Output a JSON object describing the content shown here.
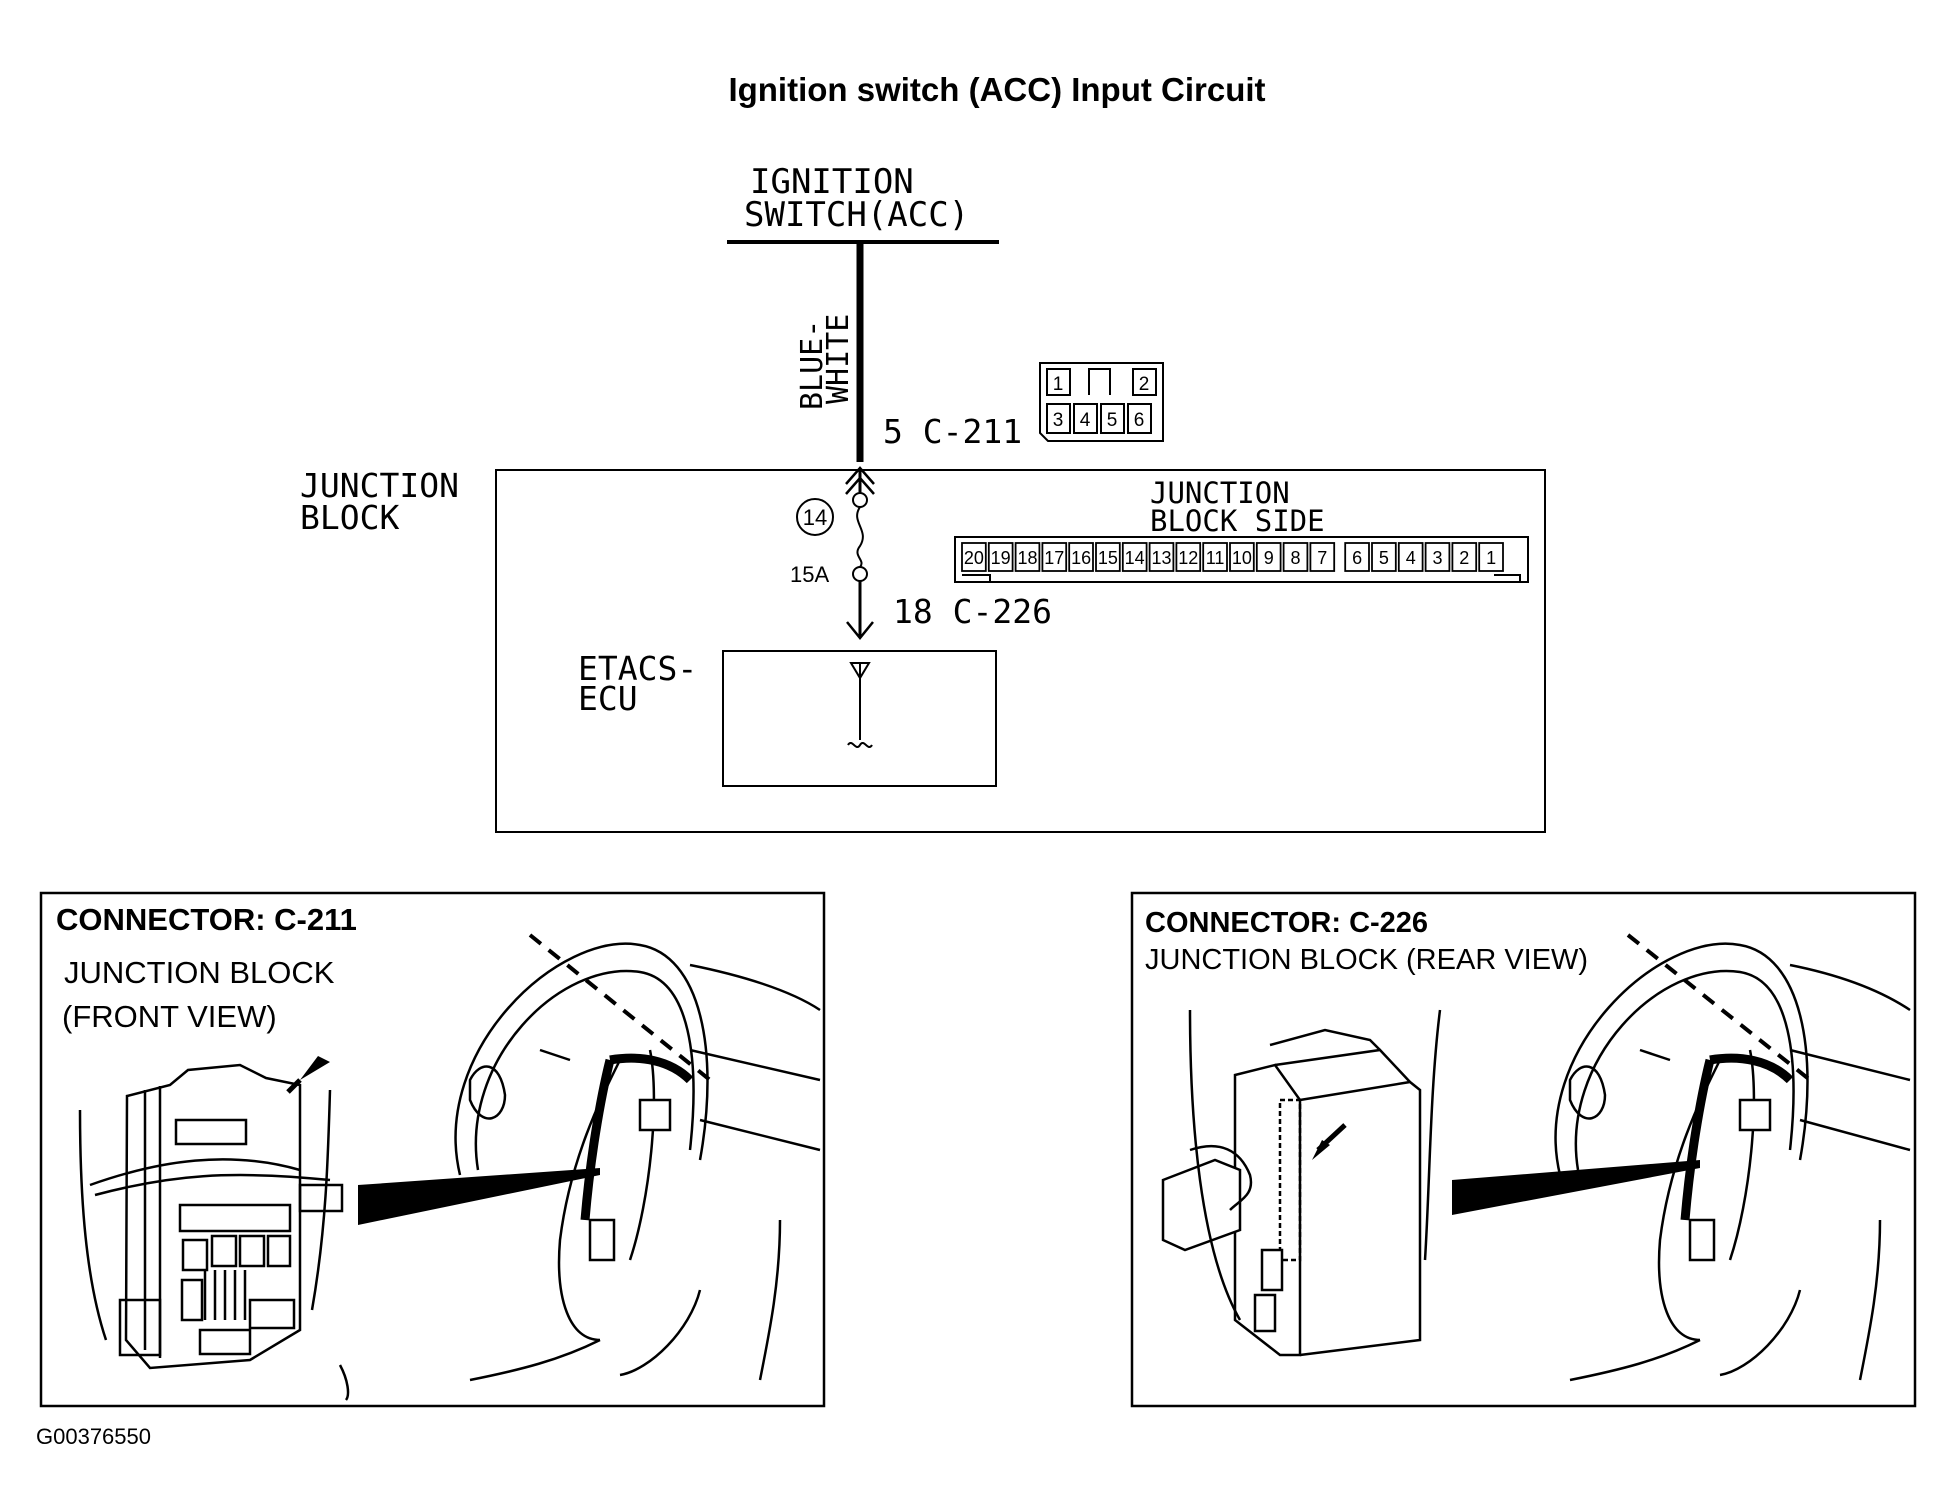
{
  "title": "Ignition switch (ACC) Input Circuit",
  "ignition_switch": {
    "line1": "IGNITION",
    "line2": "SWITCH(ACC)"
  },
  "wire_color": {
    "line1": "BLUE-",
    "line2": "WHITE"
  },
  "connector_c211_pin": "5 C-211",
  "c211_pins": {
    "top": [
      "1",
      "2"
    ],
    "bottom": [
      "3",
      "4",
      "5",
      "6"
    ]
  },
  "junction_block": {
    "line1": "JUNCTION",
    "line2": "BLOCK"
  },
  "fuse": {
    "number": "14",
    "rating": "15A"
  },
  "junction_block_side": {
    "line1": "JUNCTION",
    "line2": "BLOCK SIDE"
  },
  "jb_side_pins": [
    "20",
    "19",
    "18",
    "17",
    "16",
    "15",
    "14",
    "13",
    "12",
    "11",
    "10",
    "9",
    "8",
    "7",
    "6",
    "5",
    "4",
    "3",
    "2",
    "1"
  ],
  "connector_c226_pin": "18 C-226",
  "etacs_ecu": {
    "line1": "ETACS-",
    "line2": "ECU"
  },
  "panel_left": {
    "heading": "CONNECTOR: C-211",
    "line1": "JUNCTION BLOCK",
    "line2": "(FRONT VIEW)"
  },
  "panel_right": {
    "heading": "CONNECTOR: C-226",
    "line1": "JUNCTION BLOCK (REAR VIEW)"
  },
  "figure_id": "G00376550"
}
